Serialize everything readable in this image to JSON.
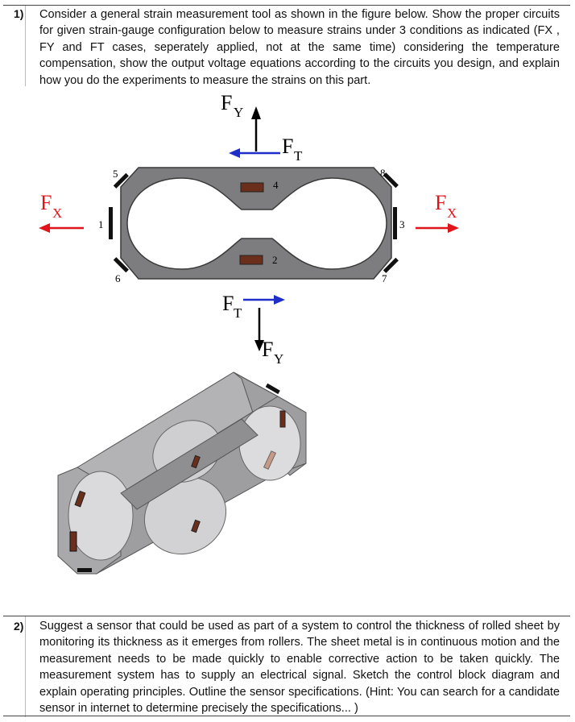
{
  "question1": {
    "number": "1)",
    "text": "Consider a general strain measurement tool as shown in the figure below. Show the proper circuits for given strain-gauge configuration below to measure strains under 3 conditions as indicated (FX , FY and FT cases, seperately applied, not at the same time) considering the temperature compensation, show the output voltage equations according to the circuits you design, and explain how you do the experiments to measure the strains on this part."
  },
  "figure": {
    "force_labels": {
      "fy_top": "F",
      "fy_top_sub": "Y",
      "ft_top": "F",
      "ft_top_sub": "T",
      "fx_left": "F",
      "fx_left_sub": "X",
      "fx_right": "F",
      "fx_right_sub": "X",
      "ft_bottom": "F",
      "ft_bottom_sub": "T",
      "fy_bottom": "F",
      "fy_bottom_sub": "Y"
    },
    "gauge_labels": [
      "1",
      "2",
      "3",
      "4",
      "5",
      "6",
      "7",
      "8"
    ],
    "colors": {
      "body": "#7d7d7f",
      "body_edge": "#3a3a3a",
      "gauge": "#6b2e1a",
      "gauge_black": "#111111",
      "fx_arrow": "#e0141b",
      "ft_arrow": "#1f2ec8",
      "fy_arrow": "#000000"
    }
  },
  "question2": {
    "number": "2)",
    "text": "Suggest a sensor that could be used as part of a system to control the thickness of rolled sheet by monitoring its thickness as it emerges from rollers. The sheet metal is in continuous motion and the measurement needs to be made quickly to enable corrective action to be taken quickly. The measurement system has to supply an electrical signal. Sketch the control block diagram and explain operating principles. Outline the sensor specifications. (Hint: You can search for a candidate sensor in internet to determine precisely the specifications... )"
  }
}
